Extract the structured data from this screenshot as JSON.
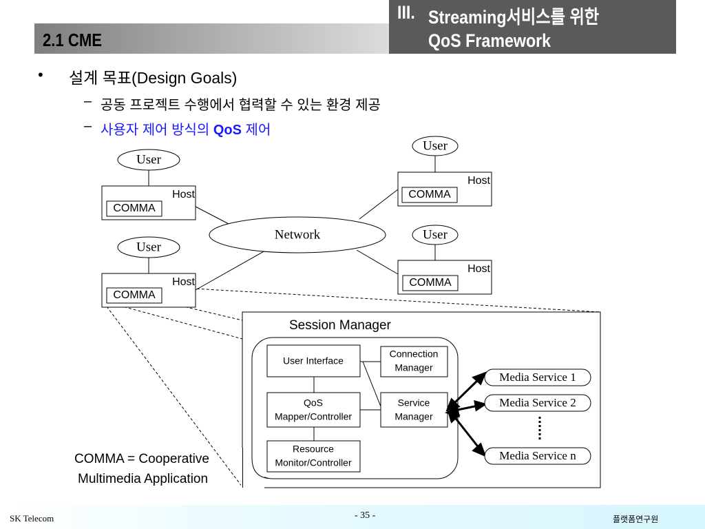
{
  "header": {
    "section": "2.1 CME",
    "chapter_num": "III.",
    "chapter_line1": "Streaming서비스를 위한",
    "chapter_line2": "QoS Framework"
  },
  "bullets": {
    "main": "설계 목표(Design Goals)",
    "sub1": "공동 프로젝트 수행에서 협력할 수 있는 환경 제공",
    "sub2_prefix": "사용자 제어 방식의 ",
    "sub2_bold": "QoS",
    "sub2_suffix": " 제어",
    "bullet_symbol": "•",
    "dash_symbol": "–"
  },
  "diagram": {
    "user_label": "User",
    "host_label": "Host",
    "comma_label": "COMMA",
    "network_label": "Network",
    "session_manager": "Session Manager",
    "user_interface": "User Interface",
    "connection_manager": [
      "Connection",
      "Manager"
    ],
    "qos_mapper": [
      "QoS",
      "Mapper/Controller"
    ],
    "service_manager": [
      "Service",
      "Manager"
    ],
    "resource_monitor": [
      "Resource",
      "Monitor/Controller"
    ],
    "media_services": [
      "Media Service 1",
      "Media Service 2",
      "Media Service n"
    ]
  },
  "comma_expl": {
    "line1": "COMMA = Cooperative",
    "line2": "Multimedia Application"
  },
  "footer": {
    "left": "SK Telecom",
    "page": "- 35 -",
    "right": "플랫폼연구원"
  }
}
